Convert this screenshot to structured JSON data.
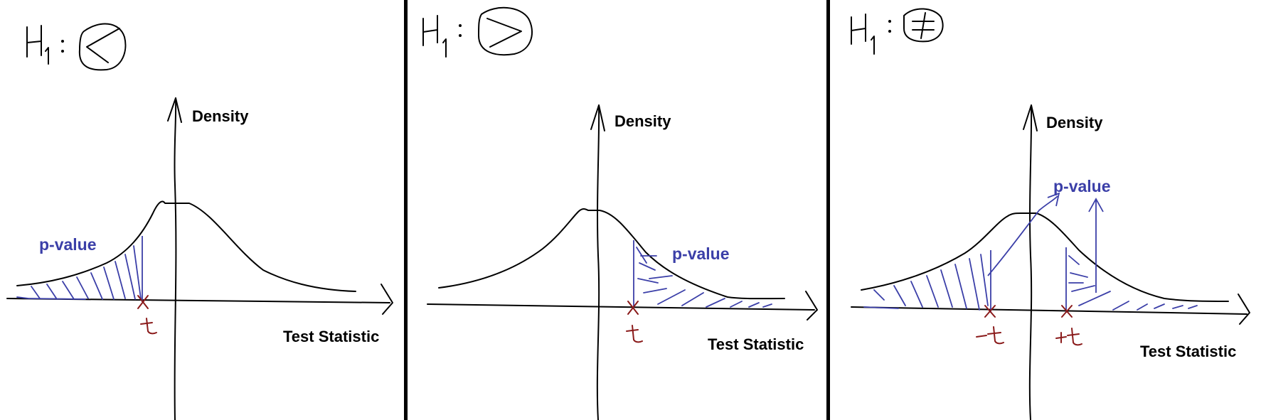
{
  "panels": [
    {
      "hypothesis": "H1 : <",
      "y_axis_label": "Density",
      "x_axis_label": "Test Statistic",
      "pvalue_label": "p-value",
      "marker_labels": [
        "t"
      ]
    },
    {
      "hypothesis": "H1 : >",
      "y_axis_label": "Density",
      "x_axis_label": "Test Statistic",
      "pvalue_label": "p-value",
      "marker_labels": [
        "t"
      ]
    },
    {
      "hypothesis": "H1 : ≠",
      "y_axis_label": "Density",
      "x_axis_label": "Test Statistic",
      "pvalue_label": "p-value",
      "marker_labels": [
        "-t",
        "+t"
      ]
    }
  ],
  "colors": {
    "ink": "#000000",
    "hatch": "#3b3fa8",
    "marker": "#8a1a1a",
    "background": "#ffffff"
  }
}
